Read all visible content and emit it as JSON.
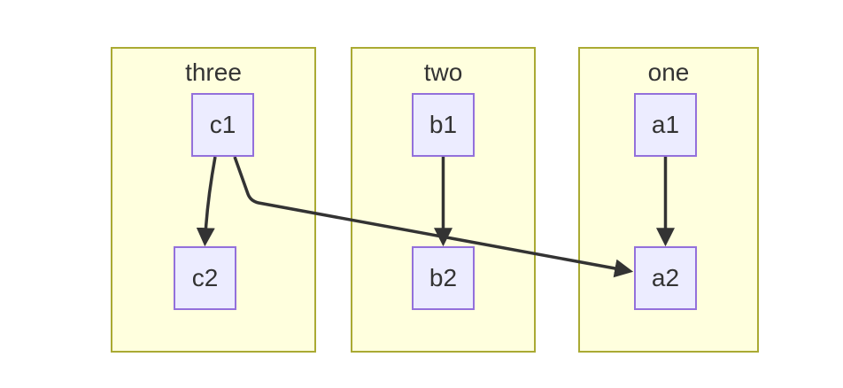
{
  "diagram": {
    "type": "flowchart",
    "colors": {
      "background": "#ffffff",
      "cluster_fill": "#ffffde",
      "cluster_border": "#aaaa33",
      "node_fill": "#ececff",
      "node_border": "#9370db",
      "edge": "#333333",
      "text": "#333333"
    },
    "clusters": [
      {
        "id": "three",
        "label": "three",
        "nodes": [
          {
            "id": "c1",
            "label": "c1"
          },
          {
            "id": "c2",
            "label": "c2"
          }
        ]
      },
      {
        "id": "two",
        "label": "two",
        "nodes": [
          {
            "id": "b1",
            "label": "b1"
          },
          {
            "id": "b2",
            "label": "b2"
          }
        ]
      },
      {
        "id": "one",
        "label": "one",
        "nodes": [
          {
            "id": "a1",
            "label": "a1"
          },
          {
            "id": "a2",
            "label": "a2"
          }
        ]
      }
    ],
    "edges": [
      {
        "from": "c1",
        "to": "c2"
      },
      {
        "from": "c1",
        "to": "a2"
      },
      {
        "from": "b1",
        "to": "b2"
      },
      {
        "from": "a1",
        "to": "a2"
      }
    ]
  }
}
